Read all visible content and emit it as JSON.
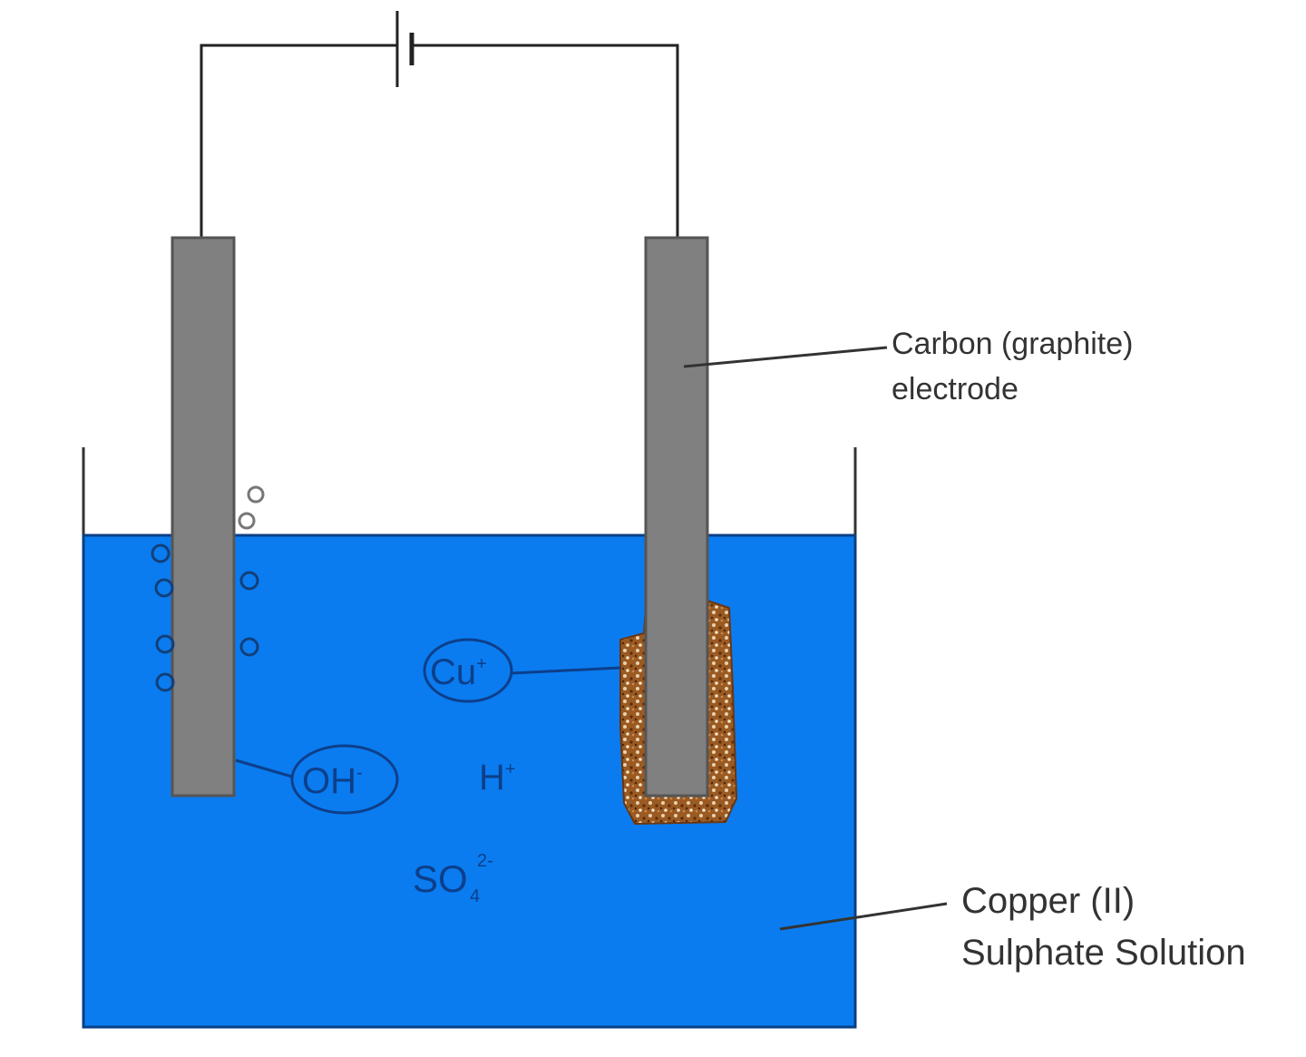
{
  "labels": {
    "electrode_line1": "Carbon (graphite)",
    "electrode_line2": "electrode",
    "solution_line1": "Copper (II)",
    "solution_line2": "Sulphate Solution"
  },
  "ions": {
    "cu": {
      "base": "Cu",
      "sup": "+"
    },
    "oh": {
      "base": "OH",
      "sup": "-"
    },
    "h": {
      "base": "H",
      "sup": "+"
    },
    "so4": {
      "base": "SO",
      "sub": "4",
      "sup": "2-"
    }
  },
  "colors": {
    "solution": "#0a7cf0",
    "solution_text": "#0d3f8a",
    "electrode": "#808080",
    "copper_deposit": "#8a4a1a",
    "wire": "#222222",
    "label_text": "#333333"
  }
}
